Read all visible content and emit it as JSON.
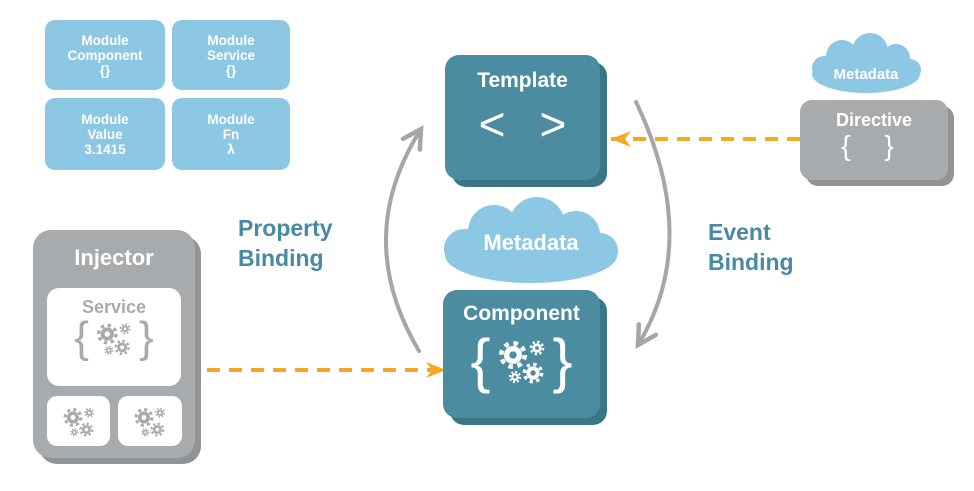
{
  "module_boxes": [
    {
      "lines": [
        "Module",
        "Component",
        "{}"
      ]
    },
    {
      "lines": [
        "Module",
        "Service",
        "{}"
      ]
    },
    {
      "lines": [
        "Module",
        "Value",
        "3.1415"
      ]
    },
    {
      "lines": [
        "Module",
        "Fn",
        "λ"
      ]
    }
  ],
  "injector": {
    "title": "Injector",
    "service_label": "Service",
    "brace_left": "{",
    "brace_right": "}"
  },
  "template_box": {
    "title": "Template",
    "chevron_left": "<",
    "chevron_right": ">"
  },
  "component_box": {
    "title": "Component",
    "brace_left": "{",
    "brace_right": "}"
  },
  "clouds": {
    "center_label": "Metadata",
    "right_label": "Metadata"
  },
  "directive": {
    "title": "Directive",
    "icon_text": "{ }"
  },
  "bindings": {
    "property": [
      "Property",
      "Binding"
    ],
    "event": [
      "Event",
      "Binding"
    ]
  },
  "colors": {
    "light_blue": "#8cc7e4",
    "teal": "#4c8ca0",
    "teal_shadow": "#3a7588",
    "gray": "#a7abae",
    "gray_shadow": "#909497",
    "orange": "#f7a823",
    "arc_gray": "#a6a6a6",
    "binding_text": "#4989a4"
  }
}
